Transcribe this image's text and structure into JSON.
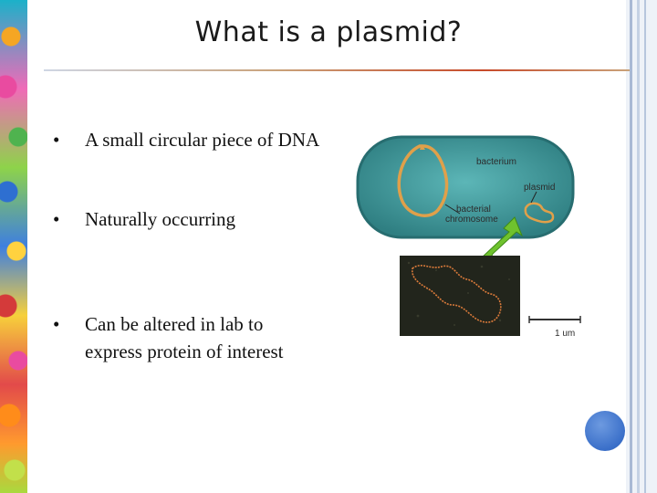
{
  "slide": {
    "title": "What is a plasmid?",
    "bullets": [
      {
        "marker": "•",
        "text": "A small circular piece of DNA"
      },
      {
        "marker": "•",
        "text": "Naturally occurring"
      },
      {
        "marker": "•",
        "text": "Can be altered in lab to",
        "text2": "express protein of interest"
      }
    ]
  },
  "figure": {
    "labels": {
      "bacterium": "bacterium",
      "plasmid": "plasmid",
      "chromosome_line1": "bacterial",
      "chromosome_line2": "chromosome",
      "scale": "1 um"
    }
  },
  "colors": {
    "bacterium_fill": "#3f9a9c",
    "dna": "#e0a04a",
    "arrow": "#6fc22e",
    "slide_dot": "#3a6fc9"
  }
}
